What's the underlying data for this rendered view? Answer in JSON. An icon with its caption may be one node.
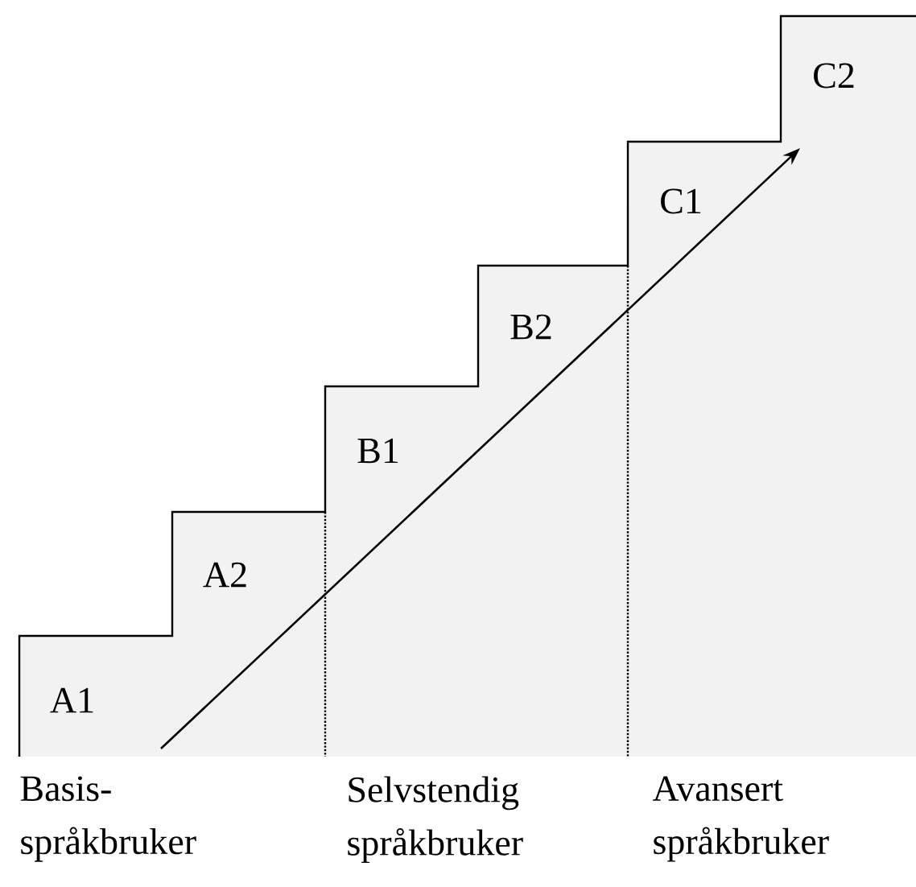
{
  "diagram": {
    "nodes": [
      {
        "text": [
          "A1"
        ]
      },
      {
        "text": [
          "A2"
        ]
      },
      {
        "text": [
          "B1"
        ]
      },
      {
        "text": [
          "B2"
        ]
      },
      {
        "text": [
          "C1"
        ]
      },
      {
        "text": [
          "C2"
        ]
      }
    ],
    "labels": [
      "Basis- språkbruker",
      "Selvstendig språkbruker",
      "Avansert språkbruker"
    ]
  }
}
